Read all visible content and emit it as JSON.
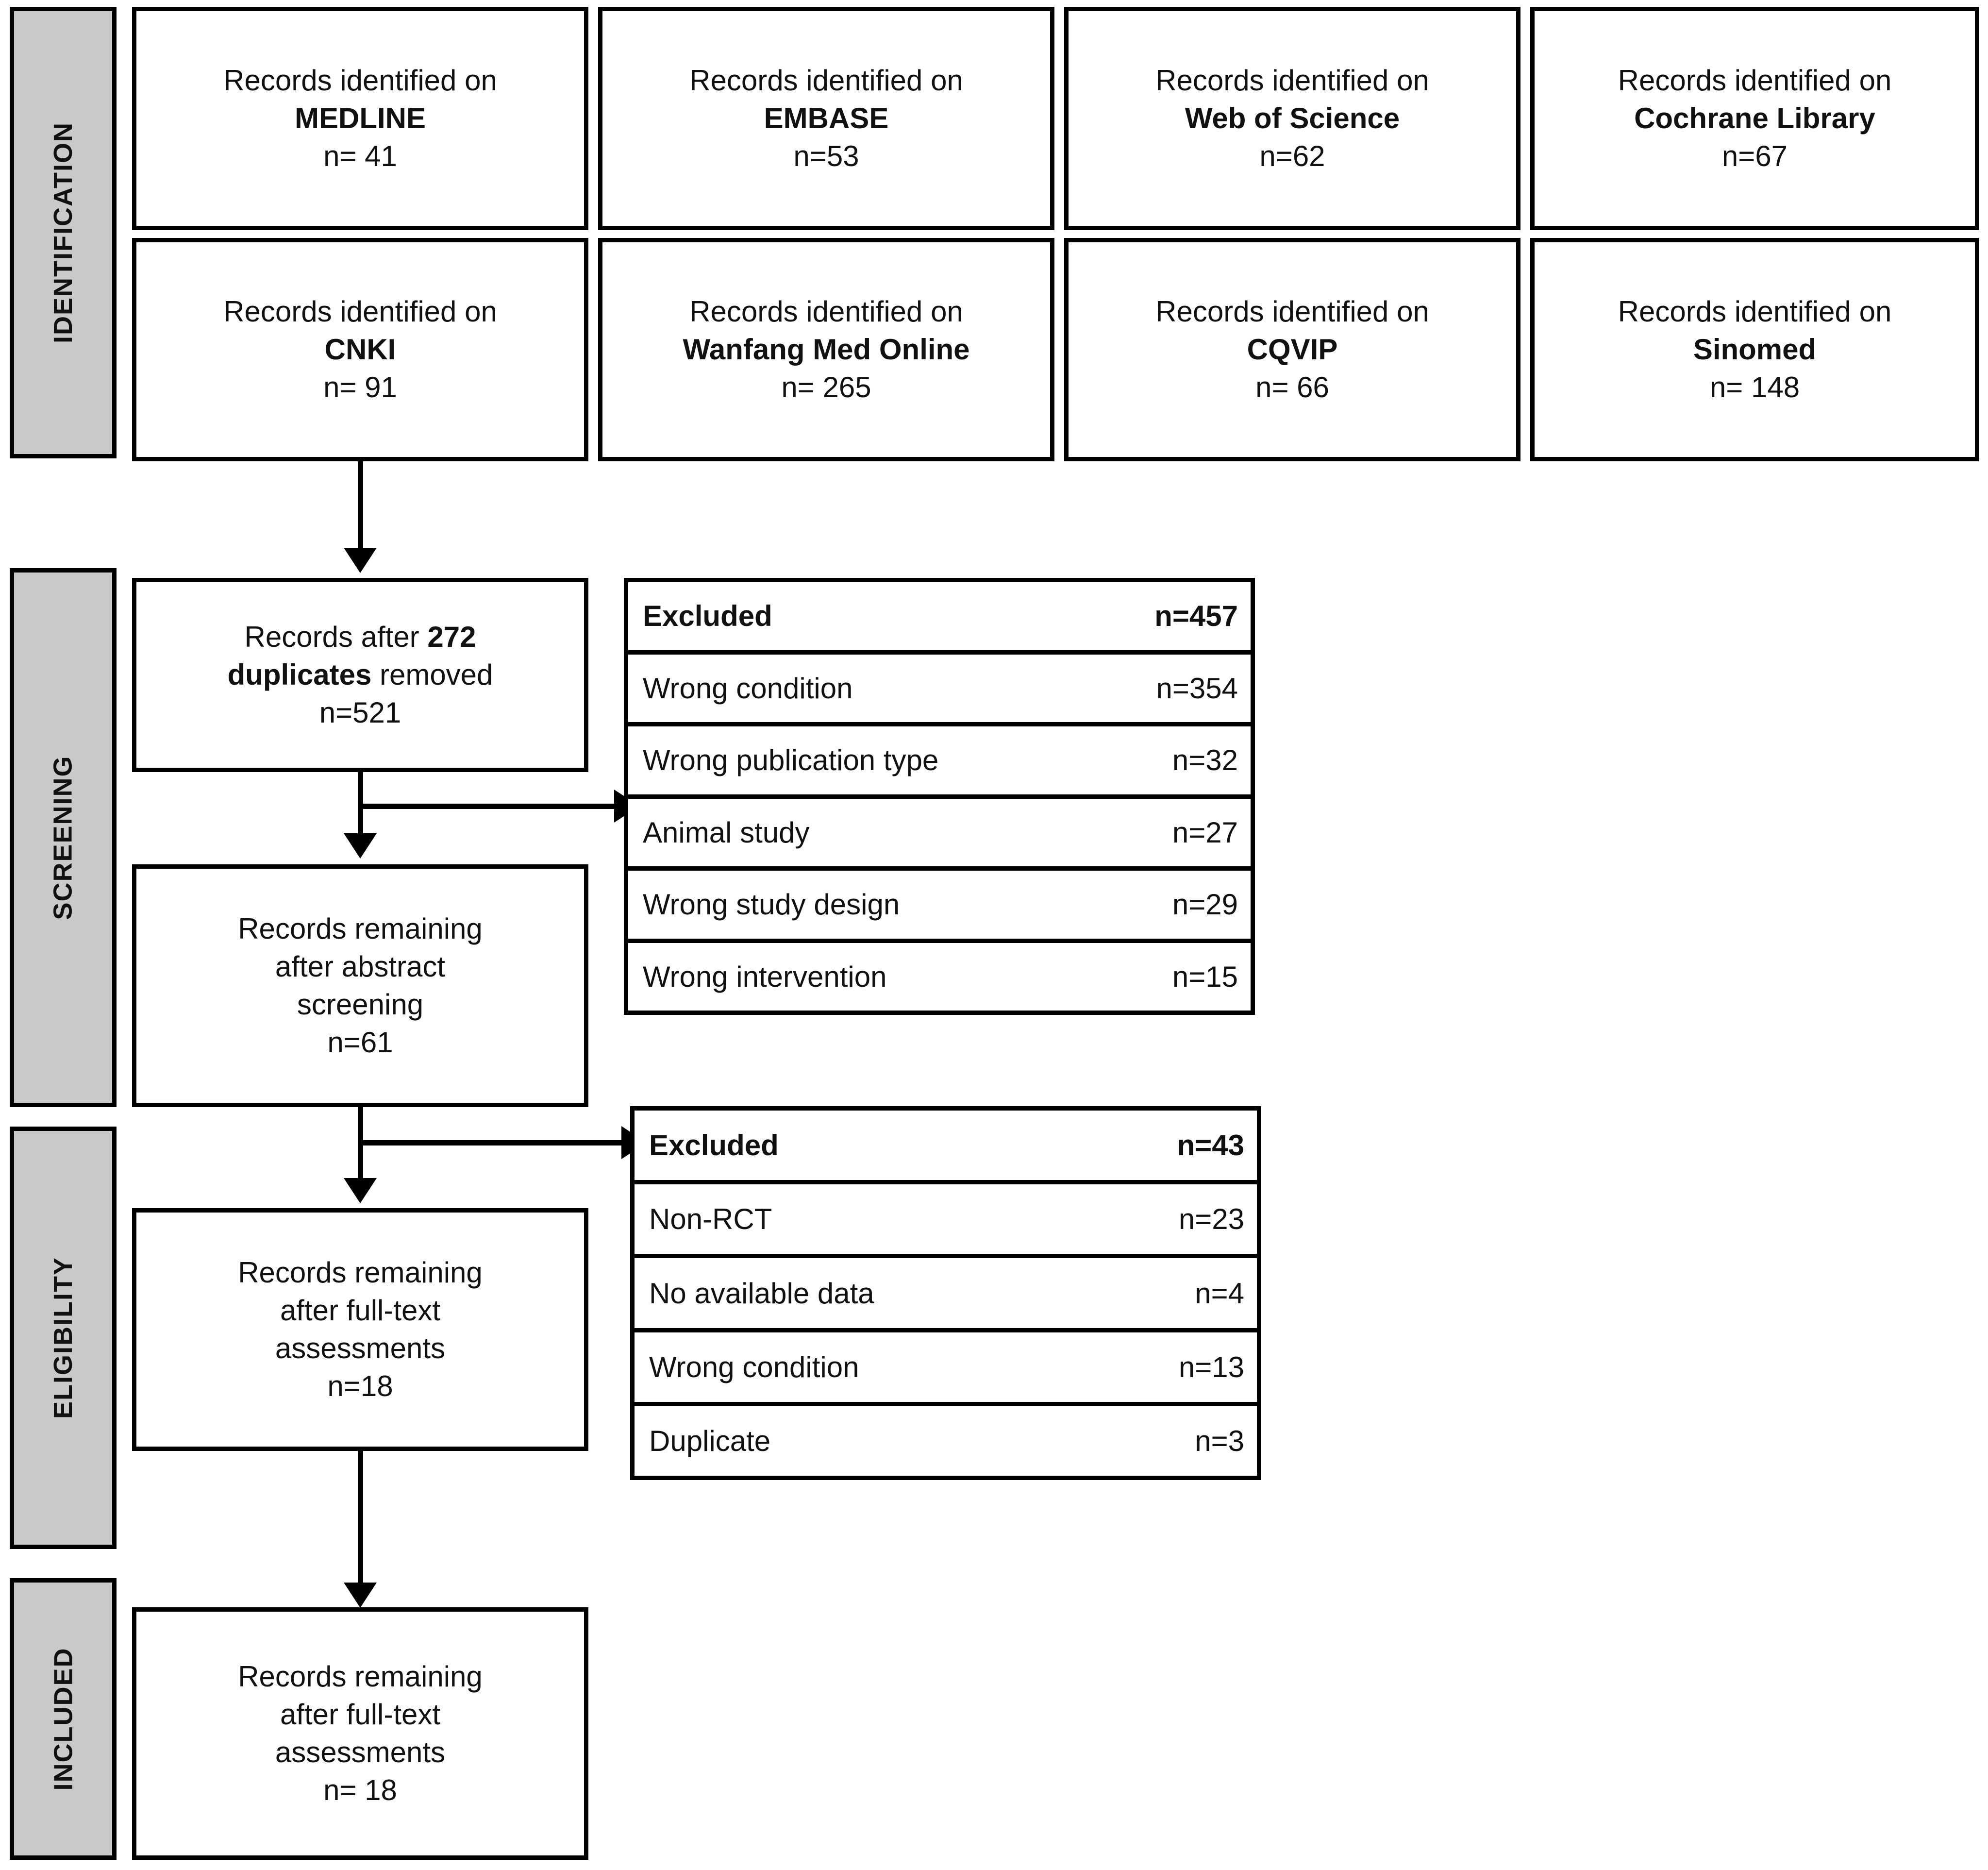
{
  "diagram": {
    "type": "prisma-flow-diagram",
    "stages": [
      {
        "id": "identification",
        "label": "IDENTIFICATION"
      },
      {
        "id": "screening",
        "label": "SCREENING"
      },
      {
        "id": "eligibility",
        "label": "ELIGIBILITY"
      },
      {
        "id": "included",
        "label": "INCLUDED"
      }
    ],
    "identification": {
      "sources": [
        {
          "prefix": "Records identified on",
          "database": "MEDLINE",
          "count": "n= 41"
        },
        {
          "prefix": "Records identified on",
          "database": "EMBASE",
          "count": "n=53"
        },
        {
          "prefix": "Records identified on",
          "database": "Web of Science",
          "count": "n=62"
        },
        {
          "prefix": "Records identified on",
          "database": "Cochrane Library",
          "count": "n=67"
        },
        {
          "prefix": "Records identified on",
          "database": "CNKI",
          "count": "n= 91"
        },
        {
          "prefix": "Records identified on",
          "database": "Wanfang Med Online",
          "count": "n= 265"
        },
        {
          "prefix": "Records identified on",
          "database": "CQVIP",
          "count": "n= 66"
        },
        {
          "prefix": "Records identified on",
          "database": "Sinomed",
          "count": "n= 148"
        }
      ]
    },
    "screening": {
      "dedup_box": {
        "line1_a": "Records after ",
        "line1_b": "272",
        "line2_a": "duplicates",
        "line2_b": " removed",
        "count": "n=521"
      },
      "abstract_box": {
        "line1": "Records remaining",
        "line2": "after abstract",
        "line3": "screening",
        "count": "n=61"
      },
      "excluded_table": {
        "header": {
          "label": "Excluded",
          "count": "n=457"
        },
        "rows": [
          {
            "label": "Wrong condition",
            "count": "n=354"
          },
          {
            "label": "Wrong publication type",
            "count": "n=32"
          },
          {
            "label": "Animal study",
            "count": "n=27"
          },
          {
            "label": "Wrong study design",
            "count": "n=29"
          },
          {
            "label": "Wrong intervention",
            "count": "n=15"
          }
        ]
      }
    },
    "eligibility": {
      "fulltext_box": {
        "line1": "Records remaining",
        "line2": "after full-text",
        "line3": "assessments",
        "count": "n=18"
      },
      "excluded_table": {
        "header": {
          "label": "Excluded",
          "count": "n=43"
        },
        "rows": [
          {
            "label": "Non-RCT",
            "count": "n=23"
          },
          {
            "label": "No available  data",
            "count": "n=4"
          },
          {
            "label": "Wrong condition",
            "count": "n=13"
          },
          {
            "label": "Duplicate",
            "count": "n=3"
          }
        ]
      }
    },
    "included": {
      "final_box": {
        "line1": "Records remaining",
        "line2": "after  full-text",
        "line3": "assessments",
        "count": "n= 18"
      }
    },
    "colors": {
      "stage_bar_fill": "#c9c9c9",
      "stroke": "#000000",
      "box_fill": "#ffffff",
      "text": "#111111"
    }
  }
}
